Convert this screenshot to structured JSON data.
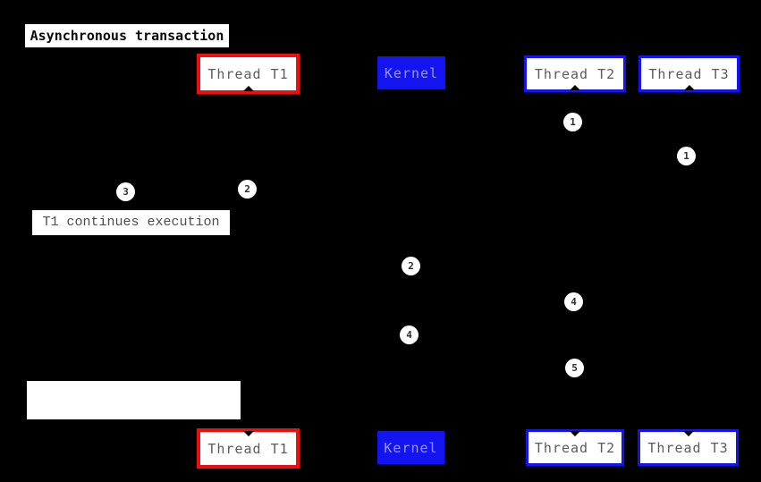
{
  "title": "Asynchronous transaction",
  "note": {
    "label": "T1 continues execution"
  },
  "actors_top": [
    {
      "label": "Thread T1",
      "style": "red"
    },
    {
      "label": "Kernel",
      "style": "kernel"
    },
    {
      "label": "Thread T2",
      "style": "blue"
    },
    {
      "label": "Thread T3",
      "style": "blue"
    }
  ],
  "actors_bottom": [
    {
      "label": "Thread T1",
      "style": "red"
    },
    {
      "label": "Kernel",
      "style": "kernel"
    },
    {
      "label": "Thread T2",
      "style": "blue"
    },
    {
      "label": "Thread T3",
      "style": "blue"
    }
  ],
  "markers": [
    {
      "label": "1"
    },
    {
      "label": "1"
    },
    {
      "label": "2"
    },
    {
      "label": "3"
    },
    {
      "label": "2"
    },
    {
      "label": "4"
    },
    {
      "label": "4"
    },
    {
      "label": "5"
    }
  ],
  "colors": {
    "background": "#000000",
    "thread_t1_border": "#ee0e0e",
    "blue_accent": "#1414f0",
    "kernel_text": "#9a9aff",
    "actor_text": "#5c5c5c"
  }
}
